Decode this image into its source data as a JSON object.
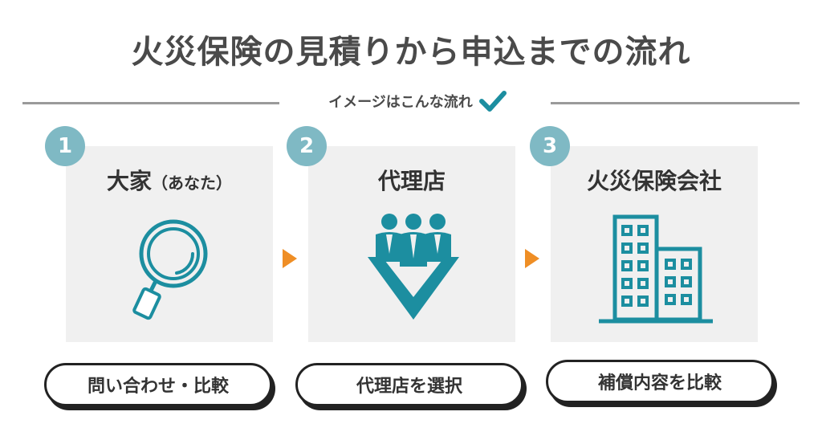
{
  "title": "火災保険の見積りから申込までの流れ",
  "subtitle": "イメージはこんな流れ",
  "colors": {
    "teal": "#1c8ea0",
    "badge": "#7fb9c4",
    "arrow": "#ef8e25",
    "panel": "#f0f0f0"
  },
  "steps": [
    {
      "number": "1",
      "title": "大家",
      "title_sub": "（あなた）",
      "icon": "magnifier-icon",
      "action": "問い合わせ・比較"
    },
    {
      "number": "2",
      "title": "代理店",
      "title_sub": "",
      "icon": "agents-icon",
      "action": "代理店を選択"
    },
    {
      "number": "3",
      "title": "火災保険会社",
      "title_sub": "",
      "icon": "buildings-icon",
      "action": "補償内容を比較"
    }
  ]
}
